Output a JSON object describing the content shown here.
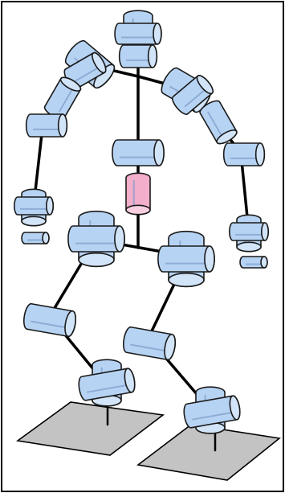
{
  "diagram": {
    "colors": {
      "background": "#ffffff",
      "frame": "#000000",
      "link": "#000000",
      "joint_fill": "#b7d3f3",
      "joint_end_fill": "#d2e4f8",
      "joint_highlight": "#7e9cc9",
      "torso_joint_fill": "#f2aecb",
      "torso_joint_end_fill": "#f8cfe0",
      "foot_fill": "#c3c3c3"
    },
    "figure": "humanoid-robot-kinematic-skeleton",
    "joints": [
      {
        "name": "head-joint",
        "kind": "revolute"
      },
      {
        "name": "neck-joint",
        "kind": "revolute"
      },
      {
        "name": "right-shoulder-joint-1",
        "kind": "revolute"
      },
      {
        "name": "right-shoulder-joint-2",
        "kind": "revolute"
      },
      {
        "name": "right-elbow-joint",
        "kind": "revolute"
      },
      {
        "name": "right-wrist-joint",
        "kind": "revolute"
      },
      {
        "name": "left-shoulder-joint-1",
        "kind": "revolute"
      },
      {
        "name": "left-shoulder-joint-2",
        "kind": "revolute"
      },
      {
        "name": "left-elbow-joint",
        "kind": "revolute"
      },
      {
        "name": "left-wrist-joint",
        "kind": "revolute"
      },
      {
        "name": "chest-joint",
        "kind": "revolute"
      },
      {
        "name": "waist-joint",
        "kind": "prismatic"
      },
      {
        "name": "right-hip-joint",
        "kind": "revolute"
      },
      {
        "name": "left-hip-joint",
        "kind": "revolute"
      },
      {
        "name": "right-knee-joint",
        "kind": "revolute"
      },
      {
        "name": "left-knee-joint",
        "kind": "revolute"
      },
      {
        "name": "right-ankle-joint",
        "kind": "revolute"
      },
      {
        "name": "left-ankle-joint",
        "kind": "revolute"
      }
    ],
    "feet": [
      "right-foot-plate",
      "left-foot-plate"
    ]
  }
}
